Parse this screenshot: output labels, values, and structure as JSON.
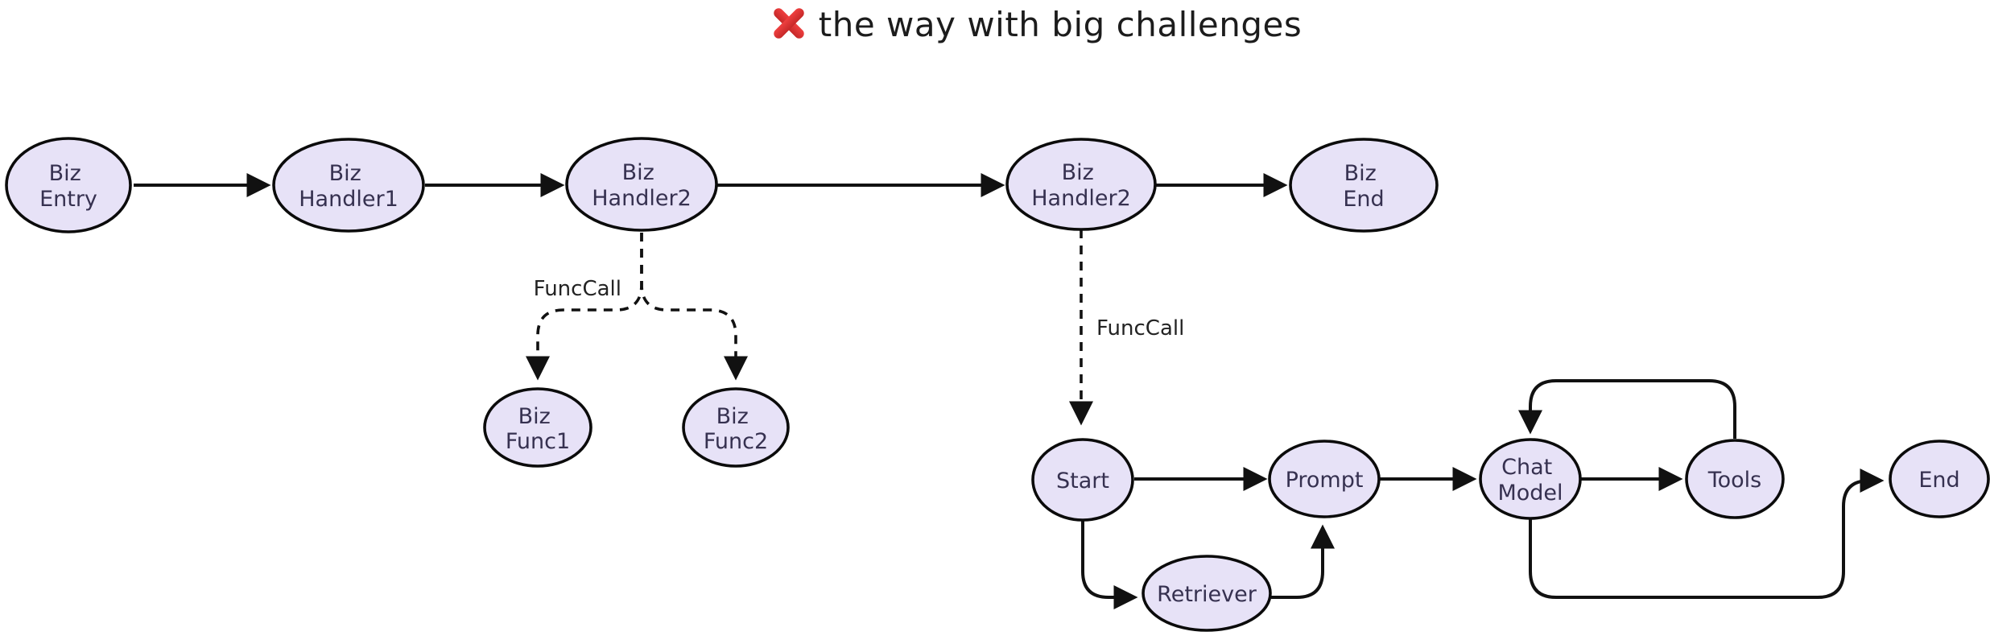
{
  "title": {
    "icon": "cross-mark",
    "text": "the way with big challenges"
  },
  "diagram": {
    "type": "flowchart",
    "nodes": {
      "biz_entry": {
        "lines": [
          "Biz",
          "Entry"
        ]
      },
      "biz_handler1": {
        "lines": [
          "Biz",
          "Handler1"
        ]
      },
      "biz_handler2_a": {
        "lines": [
          "Biz",
          "Handler2"
        ]
      },
      "biz_handler2_b": {
        "lines": [
          "Biz",
          "Handler2"
        ]
      },
      "biz_end": {
        "lines": [
          "Biz",
          "End"
        ]
      },
      "biz_func1": {
        "lines": [
          "Biz",
          "Func1"
        ]
      },
      "biz_func2": {
        "lines": [
          "Biz",
          "Func2"
        ]
      },
      "start": {
        "lines": [
          "Start"
        ]
      },
      "prompt": {
        "lines": [
          "Prompt"
        ]
      },
      "chat_model": {
        "lines": [
          "Chat",
          "Model"
        ]
      },
      "tools": {
        "lines": [
          "Tools"
        ]
      },
      "end": {
        "lines": [
          "End"
        ]
      },
      "retriever": {
        "lines": [
          "Retriever"
        ]
      }
    },
    "edge_labels": {
      "funccall_1": "FuncCall",
      "funccall_2": "FuncCall"
    },
    "edges": [
      {
        "from": "biz_entry",
        "to": "biz_handler1",
        "style": "solid"
      },
      {
        "from": "biz_handler1",
        "to": "biz_handler2_a",
        "style": "solid"
      },
      {
        "from": "biz_handler2_a",
        "to": "biz_handler2_b",
        "style": "solid"
      },
      {
        "from": "biz_handler2_b",
        "to": "biz_end",
        "style": "solid"
      },
      {
        "from": "biz_handler2_a",
        "to": "biz_func1",
        "style": "dashed",
        "label": "FuncCall"
      },
      {
        "from": "biz_handler2_a",
        "to": "biz_func2",
        "style": "dashed"
      },
      {
        "from": "biz_handler2_b",
        "to": "start",
        "style": "dashed",
        "label": "FuncCall"
      },
      {
        "from": "start",
        "to": "prompt",
        "style": "solid"
      },
      {
        "from": "start",
        "to": "retriever",
        "style": "solid"
      },
      {
        "from": "retriever",
        "to": "prompt",
        "style": "solid"
      },
      {
        "from": "prompt",
        "to": "chat_model",
        "style": "solid"
      },
      {
        "from": "chat_model",
        "to": "tools",
        "style": "solid"
      },
      {
        "from": "tools",
        "to": "chat_model",
        "style": "solid"
      },
      {
        "from": "chat_model",
        "to": "end",
        "style": "solid"
      }
    ],
    "colors": {
      "node_fill": "#E7E2F7",
      "node_stroke": "#0b0b0b",
      "edge": "#111111",
      "node_text": "#363150",
      "title_x": "#d32f2f"
    }
  }
}
